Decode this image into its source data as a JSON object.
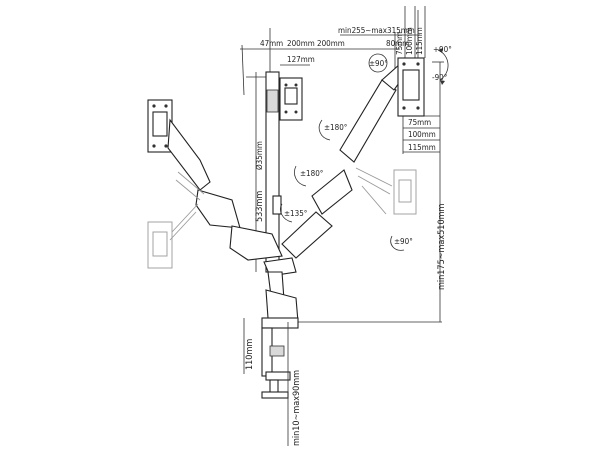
{
  "diagram": {
    "dimensions": {
      "d47": "47mm",
      "d200a": "200mm",
      "d200b": "200mm",
      "d127": "127mm",
      "reach": "min255~max315mm",
      "d80": "80mm",
      "d75top": "75mm",
      "d100top": "100mm",
      "d115top": "115mm",
      "d75side": "75mm",
      "d100side": "100mm",
      "d115side": "115mm",
      "pole_dia": "Ø35mm",
      "pole_height": "533mm",
      "height_range": "min175~max510mm",
      "base_height": "110mm",
      "clamp_range": "min10~max90mm"
    },
    "angles": {
      "tilt_up": "+90°",
      "tilt_down": "-90°",
      "swivel_top": "±90°",
      "arm_right": "±180°",
      "arm_center": "±180°",
      "arm_left": "±135°",
      "rotate_right": "±90°"
    }
  }
}
